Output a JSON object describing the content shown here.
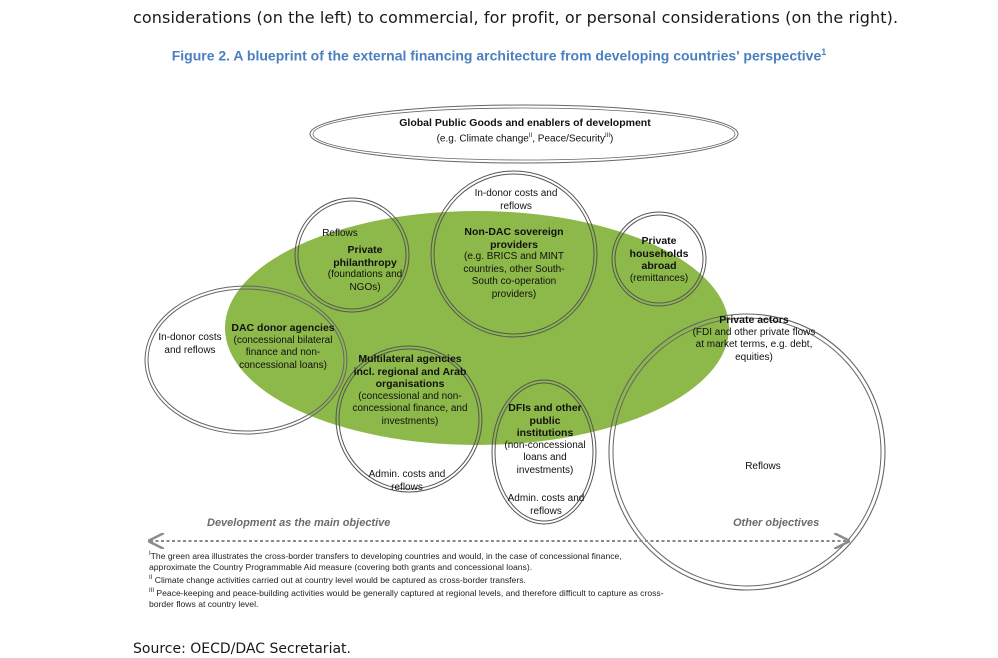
{
  "intro_text": "considerations (on the left) to commercial, for profit, or personal considerations (on the right).",
  "figure": {
    "title": "Figure 2. A blueprint of the external financing architecture from developing countries' perspective",
    "title_sup": "1"
  },
  "colors": {
    "green_area": "#8db84a",
    "title_blue": "#4a7fc0",
    "arrow_gray": "#8a8a8a"
  },
  "nodes": {
    "gpg": {
      "title": "Global Public Goods and enablers of development",
      "sub_a": "(e.g. Climate change",
      "sup_a": "II",
      "sub_b": ", Peace/Security",
      "sup_b": "III",
      "sub_c": ")"
    },
    "philanthropy": {
      "top_note": "Reflows",
      "title": "Private philanthropy",
      "detail": "(foundations and NGOs)"
    },
    "nondac": {
      "top_note": "In-donor costs and reflows",
      "title": "Non-DAC sovereign providers",
      "detail": "(e.g. BRICS and MINT countries, other South-South co-operation providers)"
    },
    "households": {
      "title": "Private households abroad",
      "detail": "(remittances)"
    },
    "dac": {
      "side_note": "In-donor costs and reflows",
      "title": "DAC donor agencies",
      "detail": "(concessional bilateral finance and non-concessional loans)"
    },
    "multilateral": {
      "title": "Multilateral agencies incl. regional and Arab organisations",
      "detail": "(concessional and non-concessional finance, and investments)",
      "bottom_note": "Admin. costs and reflows"
    },
    "dfi": {
      "title": "DFIs and other public institutions",
      "detail": "(non-concessional loans and investments)",
      "bottom_note": "Admin. costs and reflows"
    },
    "private": {
      "title": "Private actors",
      "detail": "(FDI and other private flows at market terms, e.g. debt, equities)",
      "bottom_note": "Reflows"
    }
  },
  "axis": {
    "left_label": "Development as the main objective",
    "right_label": "Other objectives"
  },
  "notes": [
    {
      "mark": "I",
      "text": "The green area illustrates the cross-border transfers to developing countries and would, in the case of concessional finance, approximate the Country Programmable Aid measure (covering both grants and concessional loans)."
    },
    {
      "mark": "II",
      "text": "Climate change activities carried out at country level would be captured as cross-border transfers."
    },
    {
      "mark": "III",
      "text": "Peace-keeping and peace-building activities would be generally captured at regional levels, and therefore difficult to capture as cross-border flows at country level."
    }
  ],
  "source": "Source: OECD/DAC Secretariat."
}
